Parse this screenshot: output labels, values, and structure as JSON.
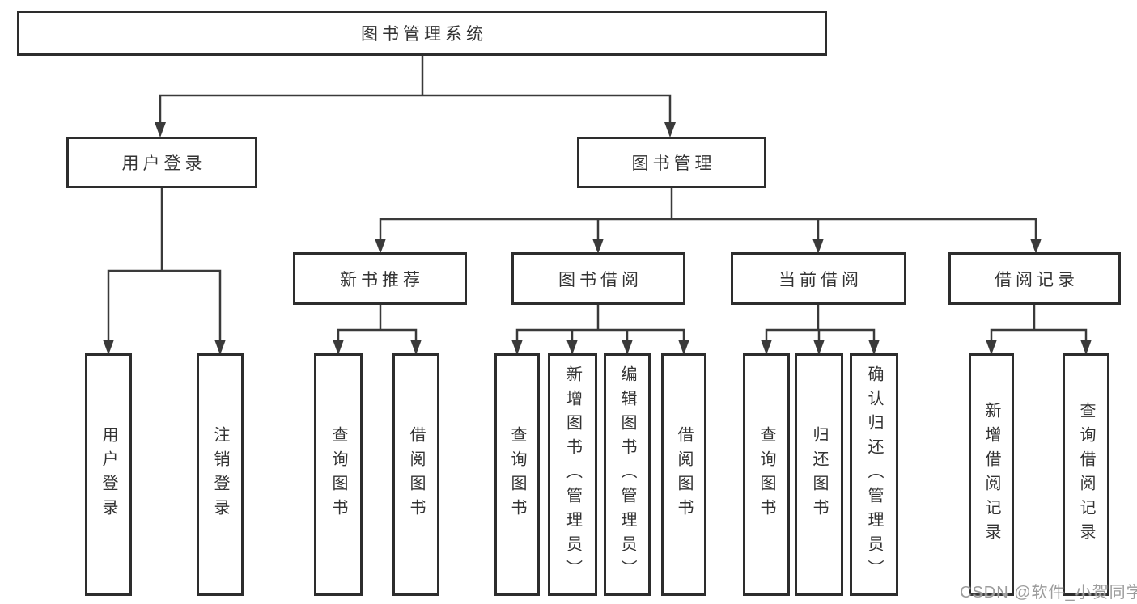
{
  "tree": {
    "root": {
      "label": "图书管理系统"
    },
    "level2": [
      {
        "label": "用户登录",
        "children": [
          {
            "label": "用户登录"
          },
          {
            "label": "注销登录"
          }
        ]
      },
      {
        "label": "图书管理",
        "children": [
          {
            "label": "新书推荐",
            "children": [
              {
                "label": "查询图书"
              },
              {
                "label": "借阅图书"
              }
            ]
          },
          {
            "label": "图书借阅",
            "children": [
              {
                "label": "查询图书"
              },
              {
                "label": "新增图书（管理员）"
              },
              {
                "label": "编辑图书（管理员）"
              },
              {
                "label": "借阅图书"
              }
            ]
          },
          {
            "label": "当前借阅",
            "children": [
              {
                "label": "查询图书"
              },
              {
                "label": "归还图书"
              },
              {
                "label": "确认归还（管理员）"
              }
            ]
          },
          {
            "label": "借阅记录",
            "children": [
              {
                "label": "新增借阅记录"
              },
              {
                "label": "查询借阅记录"
              }
            ]
          }
        ]
      }
    ]
  },
  "watermark": {
    "text": "CSDN @软件_小贺同学"
  },
  "colors": {
    "line": "#3a3a3a",
    "box_border": "#2d2d2d",
    "text": "#333333",
    "watermark": "#9c9c9c",
    "background": "#ffffff"
  }
}
